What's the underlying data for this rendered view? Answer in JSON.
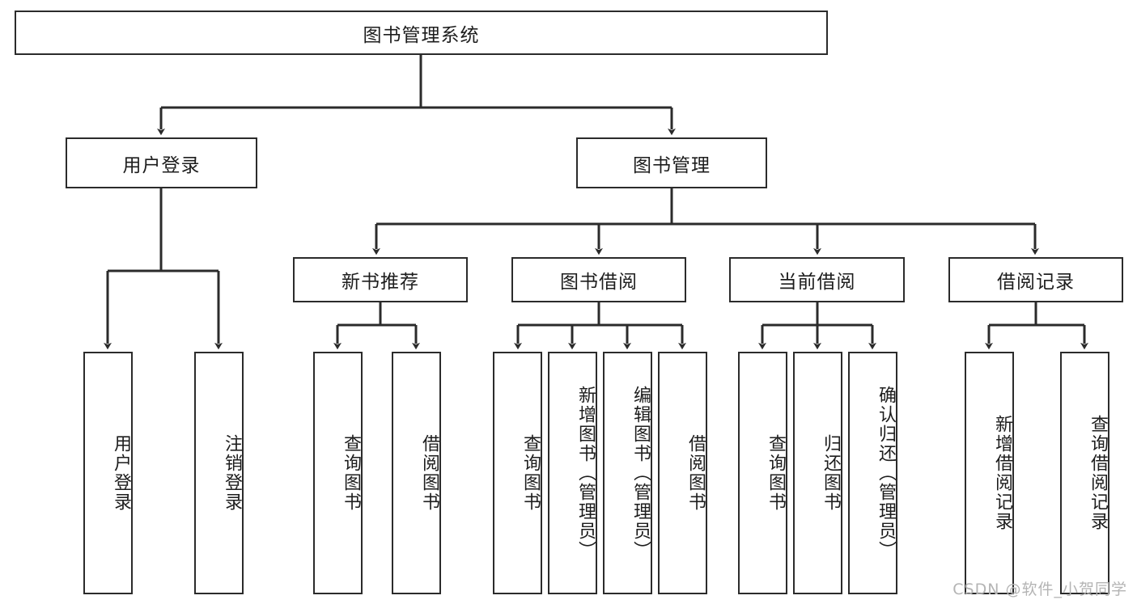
{
  "diagram": {
    "title": "图书管理系统",
    "type": "tree-hierarchy-chart",
    "line_color": "#2b2b2b",
    "box_fill": "#ffffff",
    "watermark": "CSDN @软件_小贺同学"
  },
  "nodes": {
    "root": {
      "label": "图书管理系统"
    },
    "level2": [
      {
        "id": "user-login",
        "label": "用户登录"
      },
      {
        "id": "book-management",
        "label": "图书管理"
      }
    ],
    "level3": [
      {
        "id": "new-book-recommend",
        "label": "新书推荐"
      },
      {
        "id": "book-borrow",
        "label": "图书借阅"
      },
      {
        "id": "current-borrow",
        "label": "当前借阅"
      },
      {
        "id": "borrow-record",
        "label": "借阅记录"
      }
    ],
    "leaves": {
      "user-login": [
        {
          "id": "leaf-user-login",
          "label": "用户登录"
        },
        {
          "id": "leaf-logout-login",
          "label": "注销登录"
        }
      ],
      "new-book-recommend": [
        {
          "id": "leaf-query-book-1",
          "label": "查询图书"
        },
        {
          "id": "leaf-borrow-book-1",
          "label": "借阅图书"
        }
      ],
      "book-borrow": [
        {
          "id": "leaf-query-book-2",
          "label": "查询图书"
        },
        {
          "id": "leaf-add-book-admin",
          "label": "新增图书（管理员）"
        },
        {
          "id": "leaf-edit-book-admin",
          "label": "编辑图书（管理员）"
        },
        {
          "id": "leaf-borrow-book-2",
          "label": "借阅图书"
        }
      ],
      "current-borrow": [
        {
          "id": "leaf-query-book-3",
          "label": "查询图书"
        },
        {
          "id": "leaf-return-book",
          "label": "归还图书"
        },
        {
          "id": "leaf-confirm-return-admin",
          "label": "确认归还（管理员）"
        }
      ],
      "borrow-record": [
        {
          "id": "leaf-add-borrow-record",
          "label": "新增借阅记录"
        },
        {
          "id": "leaf-query-borrow-record",
          "label": "查询借阅记录"
        }
      ]
    }
  }
}
